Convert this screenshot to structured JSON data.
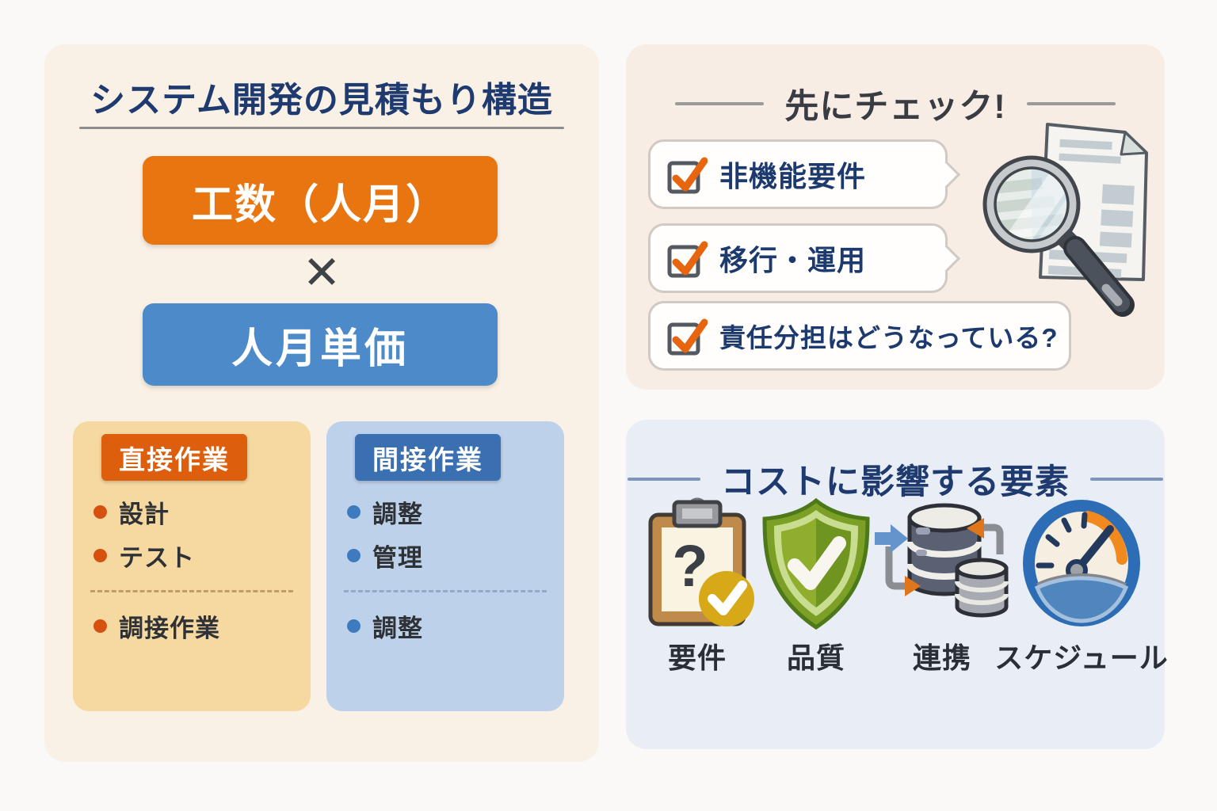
{
  "estimate_panel": {
    "title": "システム開発の見積もり構造",
    "formula": {
      "effort_label": "工数（人月）",
      "multiply_symbol": "✕",
      "rate_label": "人月単価"
    },
    "direct_card": {
      "header": "直接作業",
      "items": [
        "設計",
        "テスト"
      ],
      "extra_item": "調接作業"
    },
    "indirect_card": {
      "header": "間接作業",
      "items": [
        "調整",
        "管理"
      ],
      "extra_item": "調整"
    }
  },
  "precheck_panel": {
    "title": "先にチェック!",
    "checklist": [
      {
        "icon": "checkbox-checked-icon",
        "label": "非機能要件"
      },
      {
        "icon": "checkbox-checked-icon",
        "label": "移行・運用"
      },
      {
        "icon": "checkbox-checked-icon",
        "label": "責任分担はどうなっている?"
      }
    ],
    "illustration": "magnifier-over-document"
  },
  "cost_panel": {
    "title": "コストに影響する要素",
    "factors": [
      {
        "icon": "clipboard-question-icon",
        "label": "要件"
      },
      {
        "icon": "shield-check-icon",
        "label": "品質"
      },
      {
        "icon": "database-sync-icon",
        "label": "連携"
      },
      {
        "icon": "speedometer-icon",
        "label": "スケジュール"
      }
    ]
  },
  "colors": {
    "navy": "#1E3A6E",
    "charcoal": "#393D43",
    "orange": "#E8750F",
    "deep_orange": "#DD5F0E",
    "blue": "#4C8AC9",
    "badge_blue": "#3A6FB2",
    "tan_card": "#F6D8A1",
    "blue_card": "#BDD1EA",
    "check_orange": "#E8650F",
    "panel_cream": "#FAF1E6",
    "panel_peach": "#F8EDE5",
    "panel_bluegray": "#E9EDF5"
  }
}
